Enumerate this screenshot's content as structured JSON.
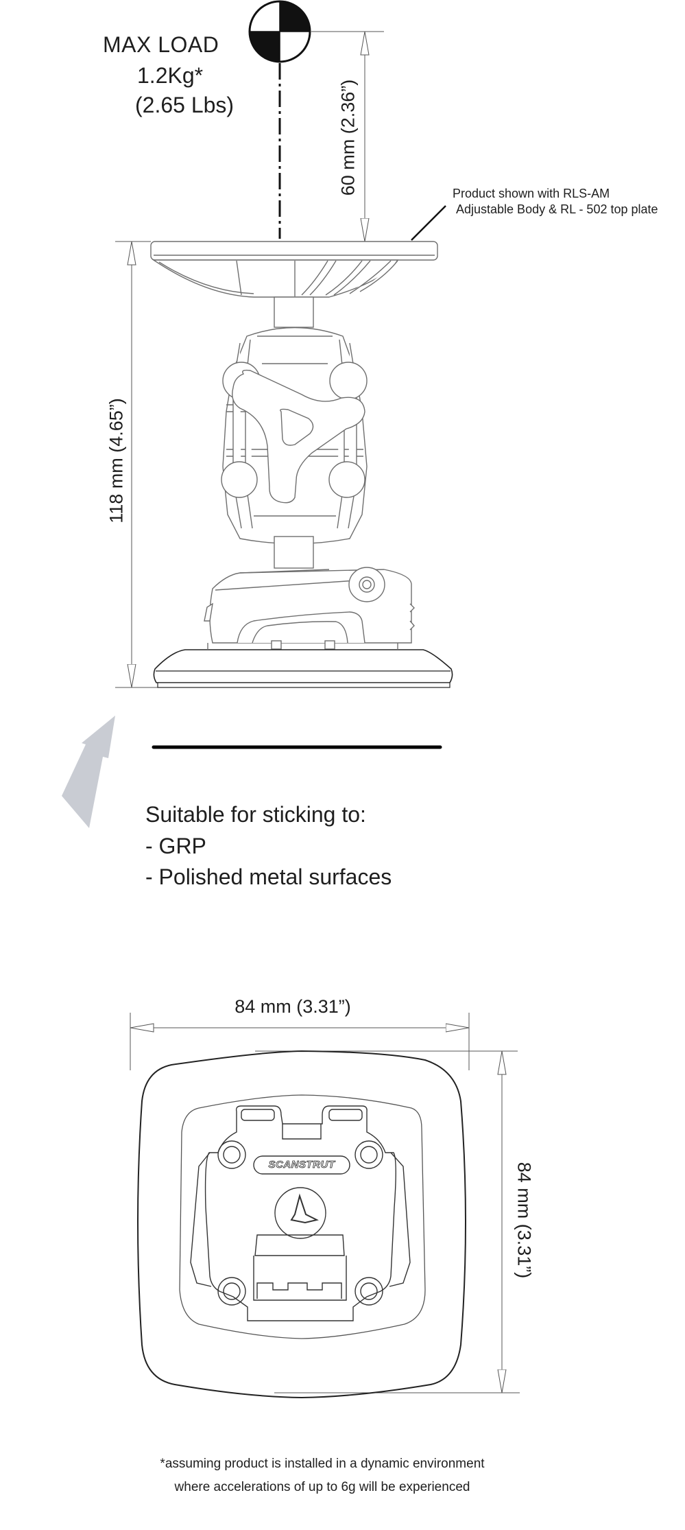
{
  "max_load": {
    "title": "MAX LOAD",
    "kg": "1.2Kg*",
    "lbs": "(2.65 Lbs)"
  },
  "dimensions": {
    "load_height": "60 mm (2.36”)",
    "total_height": "118 mm (4.65”)",
    "base_width": "84 mm (3.31”)",
    "base_depth": "84 mm (3.31”)"
  },
  "product_note": {
    "line1": "Product shown with RLS-AM",
    "line2": "Adjustable Body & RL - 502 top plate"
  },
  "surfaces": {
    "heading": "Suitable for sticking to:",
    "items": [
      "- GRP",
      "- Polished metal surfaces"
    ]
  },
  "base_logo": "SCANSTRUT",
  "footnote": {
    "line1": "*assuming product is installed in a dynamic environment",
    "line2": "where accelerations of up to 6g will be experienced"
  },
  "icons": {
    "center_of_gravity": "center-of-gravity-icon",
    "direction_arrow": "up-arrow-icon"
  },
  "colors": {
    "line": "#1e1e1e",
    "outline": "#6e6e6e",
    "arrow_fill": "#c9ccd3"
  }
}
